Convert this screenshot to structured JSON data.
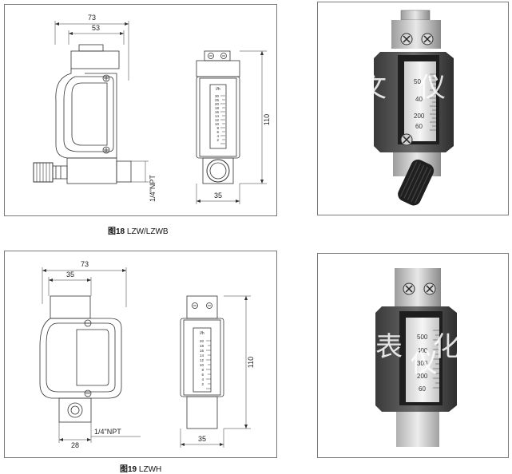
{
  "figure18": {
    "dimensions": {
      "overall_width": "73",
      "body_width": "53",
      "height": "110",
      "depth": "35",
      "thread": "1/4\"NPT"
    },
    "scale": {
      "unit": "l/h",
      "ticks": [
        "30",
        "25",
        "20",
        "18",
        "16",
        "14",
        "12",
        "10",
        "8",
        "6",
        "4",
        "2"
      ]
    },
    "caption_label": "图18",
    "caption_model": "LZW/LZWB"
  },
  "figure19": {
    "dimensions": {
      "overall_width": "73",
      "body_width": "35",
      "height": "110",
      "depth": "35",
      "port_width": "28",
      "thread": "1/4\"NPT"
    },
    "scale": {
      "unit": "l/h",
      "ticks": [
        "20",
        "18",
        "16",
        "14",
        "12",
        "10",
        "8",
        "6",
        "4",
        "2"
      ]
    },
    "caption_label": "图19",
    "caption_model": "LZWH"
  },
  "photo1": {
    "scale_marks": [
      "50",
      "40",
      "200",
      "60"
    ]
  },
  "photo2": {
    "scale_marks": [
      "500",
      "400",
      "300",
      "200",
      "60"
    ]
  }
}
